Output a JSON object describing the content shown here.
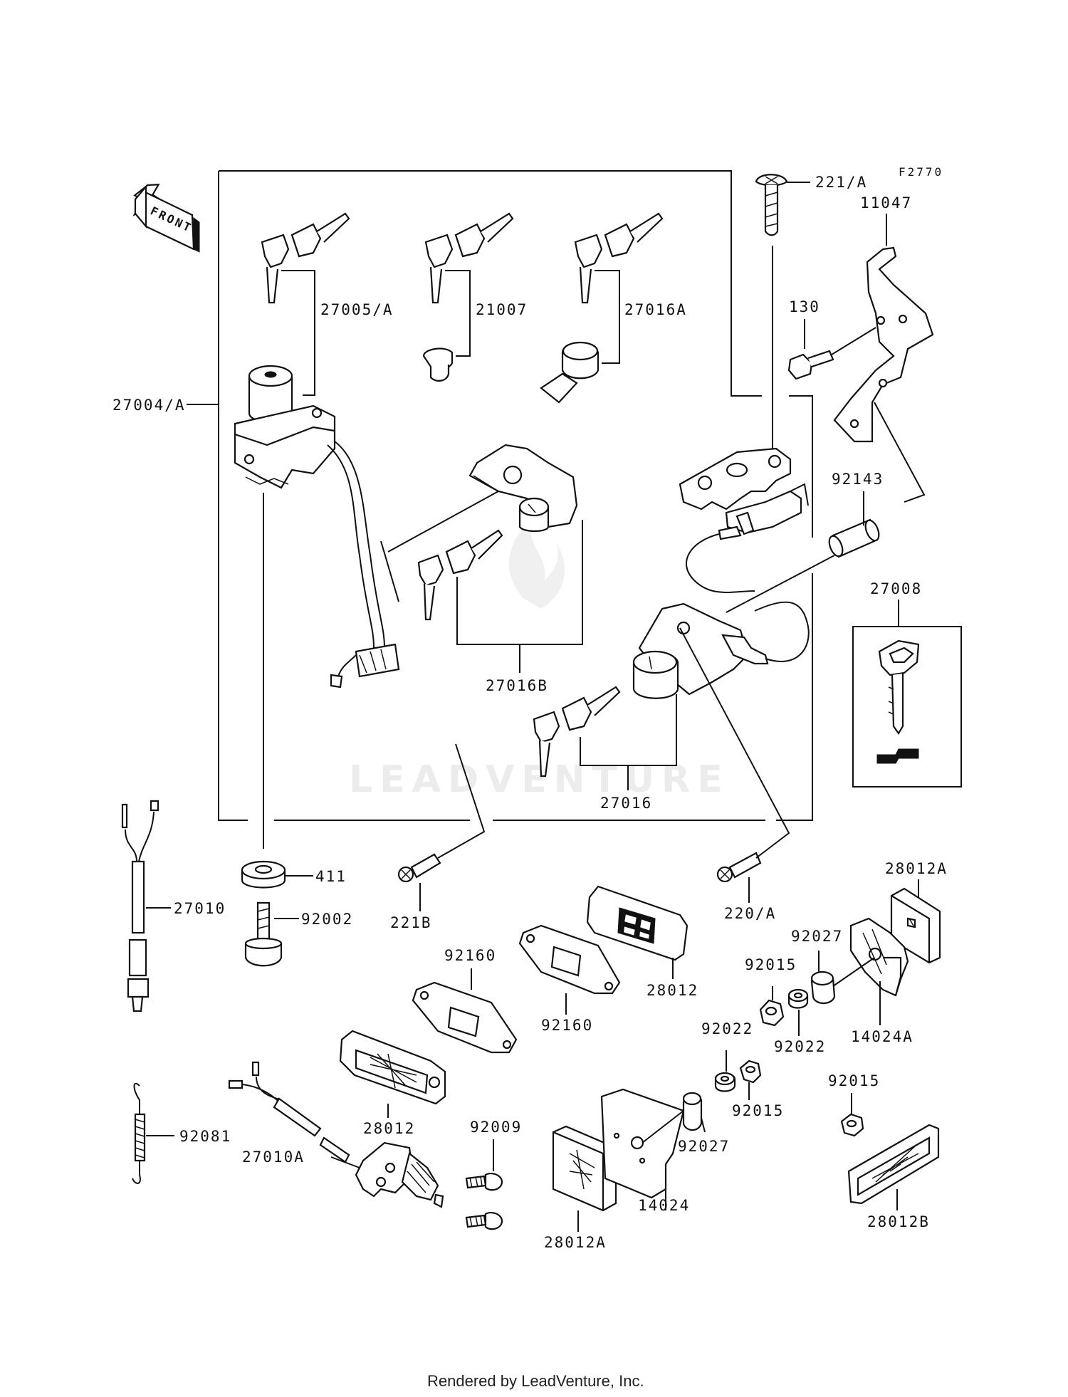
{
  "diagram": {
    "code": "F2770",
    "front_arrow": "FRONT",
    "watermark": "LEADVENTURE",
    "footer": "Rendered by LeadVenture, Inc.",
    "labels": {
      "p221A": "221/A",
      "p11047": "11047",
      "p130": "130",
      "p27005A": "27005/A",
      "p21007": "21007",
      "p27016A": "27016A",
      "p27004A": "27004/A",
      "p92143": "92143",
      "p27008": "27008",
      "p27016B": "27016B",
      "p27016": "27016",
      "p27010": "27010",
      "p411": "411",
      "p92002": "92002",
      "p221B": "221B",
      "p220A": "220/A",
      "p28012A_top": "28012A",
      "p92027_top": "92027",
      "p92015_top": "92015",
      "p92160_a": "92160",
      "p92160_b": "92160",
      "p28012_a": "28012",
      "p14024A": "14024A",
      "p92022_right": "92022",
      "p92022_left": "92022",
      "p92015_mid": "92015",
      "p92015_right": "92015",
      "p28012_b": "28012",
      "p92009": "92009",
      "p92081": "92081",
      "p27010A": "27010A",
      "p92027_bot": "92027",
      "p28012A_bot": "28012A",
      "p14024": "14024",
      "p28012B": "28012B"
    }
  }
}
